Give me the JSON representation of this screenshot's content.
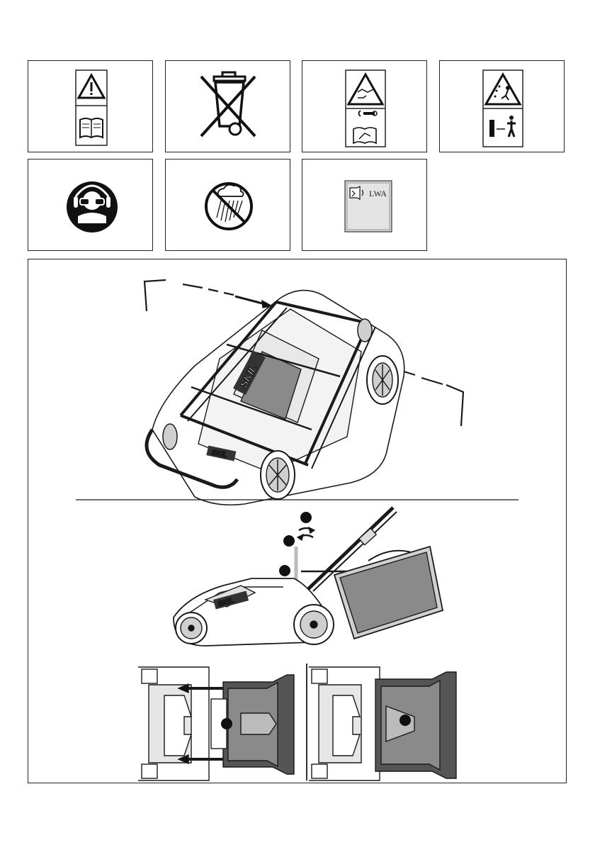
{
  "symbols": {
    "row1": [
      {
        "icon": "warning-read-manual-icon"
      },
      {
        "icon": "crossed-out-wheelie-bin-icon"
      },
      {
        "icon": "blade-warning-remove-key-icon"
      },
      {
        "icon": "thrown-objects-keep-distance-icon"
      }
    ],
    "row2": [
      {
        "icon": "wear-eye-ear-protection-icon"
      },
      {
        "icon": "do-not-use-in-rain-icon"
      },
      {
        "icon": "sound-power-level-icon",
        "label": "LWA"
      }
    ]
  },
  "illustration": {
    "top": {
      "icon": "lawnmower-handle-assembly-icon",
      "brand": "SKIL"
    },
    "middle": {
      "icon": "handle-folding-steps-icon",
      "brand": "SKIL",
      "step_markers": 3
    },
    "bottom": {
      "icon": "grass-box-attach-icon",
      "step_markers": 2
    }
  },
  "colors": {
    "line": "#1a1a1a",
    "dark_fill": "#555555",
    "mid_fill": "#8a8a8a",
    "light_fill": "#cfcfcf"
  }
}
